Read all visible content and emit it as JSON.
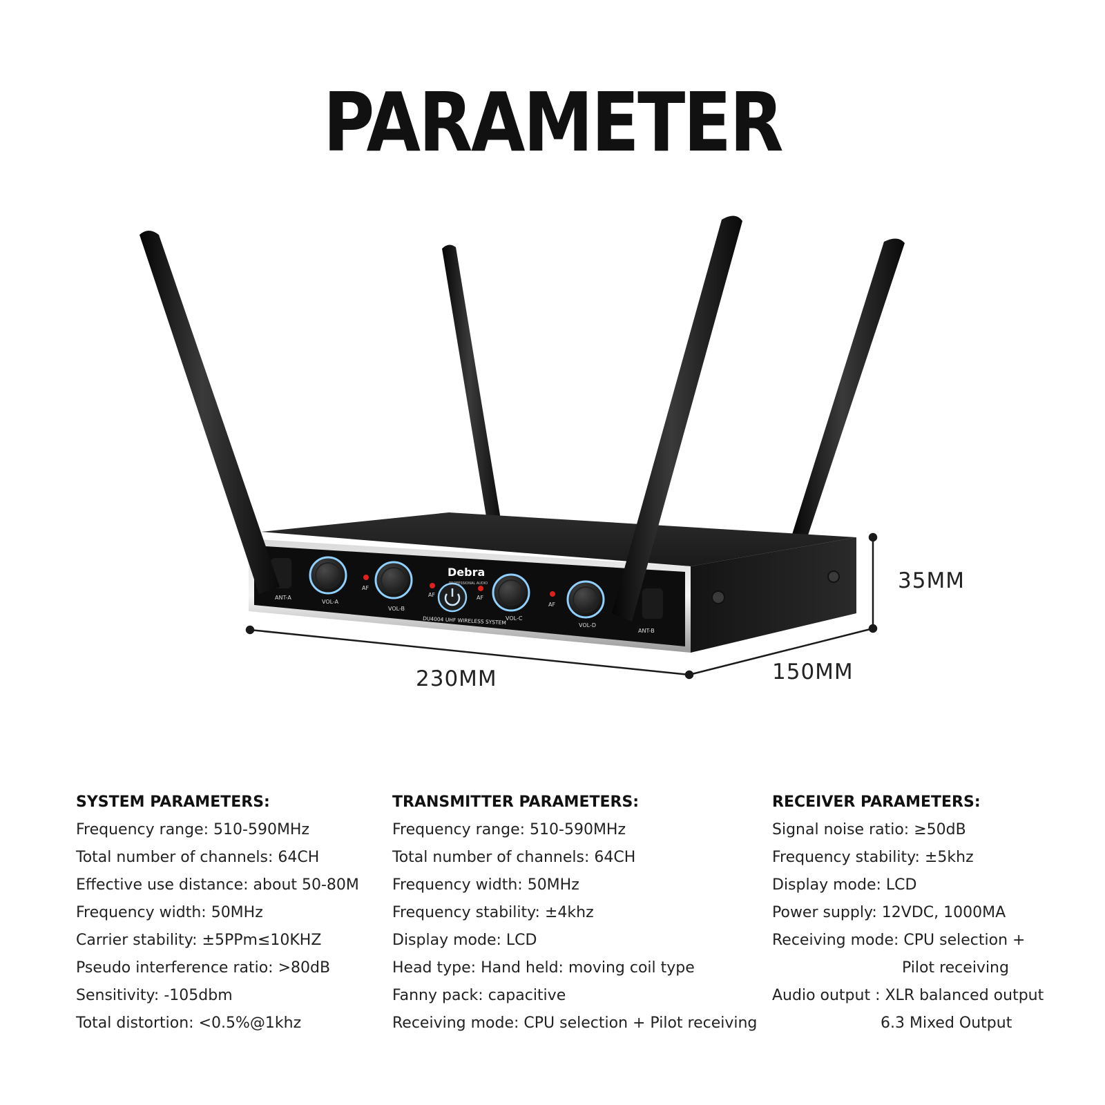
{
  "title": "PARAMETER",
  "dimensions": {
    "width": "230MM",
    "depth": "150MM",
    "height": "35MM"
  },
  "front_panel": {
    "brand": "Debra",
    "brand_sub": "PROFESSIONAL AUDIO",
    "model": "DU4004 UHF WIRELESS SYSTEM",
    "labels": [
      "ANT-A",
      "VOL-A",
      "AF",
      "VOL-B",
      "AF",
      "AF",
      "VOL-C",
      "AF",
      "VOL-D",
      "ANT-B"
    ]
  },
  "system": {
    "heading": "SYSTEM PARAMETERS:",
    "lines": [
      "Frequency range: 510-590MHz",
      "Total number of channels: 64CH",
      "Effective use distance: about 50-80M",
      "Frequency width: 50MHz",
      "Carrier stability: ±5PPm≤10KHZ",
      "Pseudo interference ratio: >80dB",
      "Sensitivity: -105dbm",
      "Total distortion: <0.5%@1khz"
    ]
  },
  "transmitter": {
    "heading": "TRANSMITTER PARAMETERS:",
    "lines": [
      "Frequency range: 510-590MHz",
      "Total number of channels: 64CH",
      "Frequency width: 50MHz",
      "Frequency stability: ±4khz",
      "Display mode: LCD",
      "Head type: Hand held: moving coil type",
      "Fanny pack: capacitive",
      "Receiving mode: CPU selection + Pilot receiving"
    ]
  },
  "receiver": {
    "heading": "RECEIVER PARAMETERS:",
    "lines": [
      "Signal noise ratio: ≥50dB",
      "Frequency stability: ±5khz",
      "Display mode: LCD",
      "Power supply: 12VDC, 1000MA",
      "Receiving mode: CPU selection +",
      "Pilot receiving",
      "Audio output : XLR balanced output",
      "6.3 Mixed Output"
    ]
  },
  "colors": {
    "text": "#1a1a1a",
    "device": "#111111",
    "led": "#e0201a",
    "knob_ring": "#8fd0ff"
  }
}
